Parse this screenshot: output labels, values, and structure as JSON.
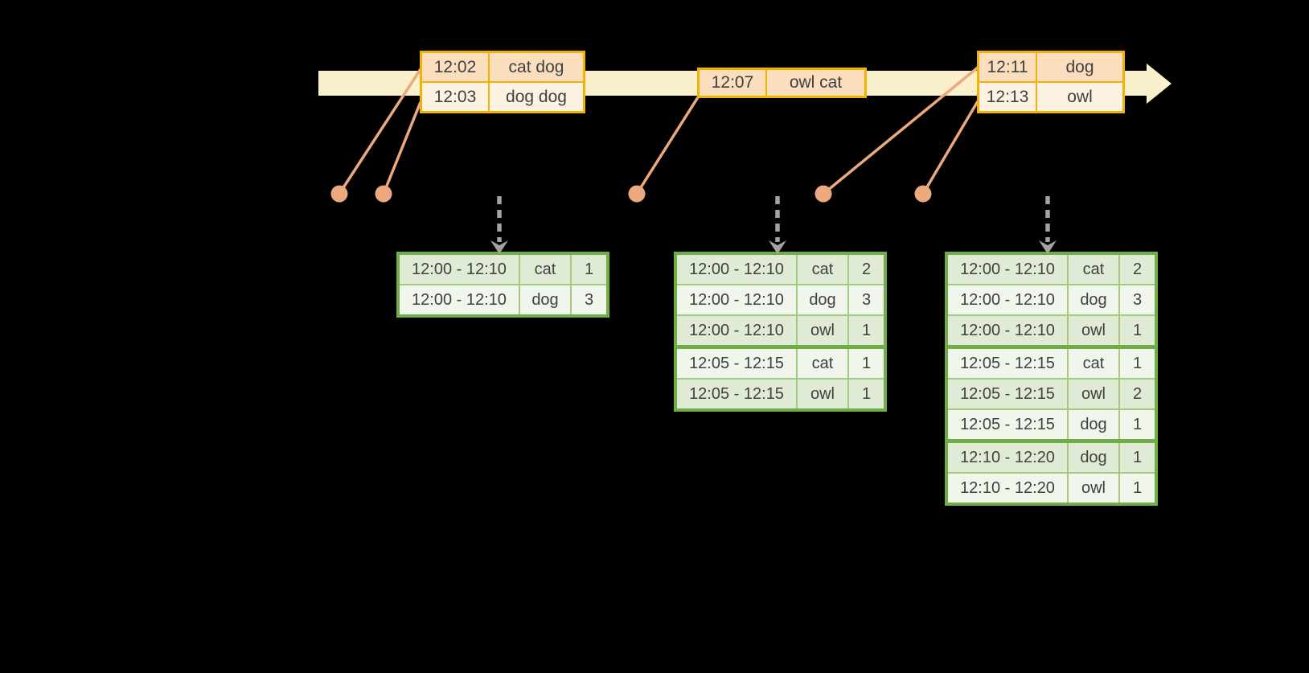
{
  "colors": {
    "background": "#000000",
    "timeline_fill": "#FAF0CB",
    "event_table_border": "#F2B200",
    "event_row_peach": "#FADEBE",
    "event_row_cream": "#FDF2E2",
    "connector_orange": "#EBA97D",
    "trigger_arrow_gray": "#A3A3A3",
    "result_table_border": "#70AD47",
    "result_grid_light": "#A3CA81",
    "result_row_green": "#E0EBD5",
    "result_row_pale": "#F1F6EC",
    "table_text": "#404040"
  },
  "timeline": {
    "direction": "left-to-right-arrow",
    "event_tables": [
      {
        "rows": [
          {
            "time": "12:02",
            "words": "cat dog"
          },
          {
            "time": "12:03",
            "words": "dog dog"
          }
        ]
      },
      {
        "rows": [
          {
            "time": "12:07",
            "words": "owl cat"
          }
        ]
      },
      {
        "rows": [
          {
            "time": "12:11",
            "words": "dog"
          },
          {
            "time": "12:13",
            "words": "owl"
          }
        ]
      }
    ]
  },
  "result_tables": [
    {
      "rows": [
        {
          "window": "12:00 - 12:10",
          "word": "cat",
          "count": "1"
        },
        {
          "window": "12:00 - 12:10",
          "word": "dog",
          "count": "3"
        }
      ]
    },
    {
      "rows": [
        {
          "window": "12:00 - 12:10",
          "word": "cat",
          "count": "2"
        },
        {
          "window": "12:00 - 12:10",
          "word": "dog",
          "count": "3"
        },
        {
          "window": "12:00 - 12:10",
          "word": "owl",
          "count": "1"
        },
        {
          "window": "12:05 - 12:15",
          "word": "cat",
          "count": "1"
        },
        {
          "window": "12:05 - 12:15",
          "word": "owl",
          "count": "1"
        }
      ]
    },
    {
      "rows": [
        {
          "window": "12:00 - 12:10",
          "word": "cat",
          "count": "2"
        },
        {
          "window": "12:00 - 12:10",
          "word": "dog",
          "count": "3"
        },
        {
          "window": "12:00 - 12:10",
          "word": "owl",
          "count": "1"
        },
        {
          "window": "12:05 - 12:15",
          "word": "cat",
          "count": "1"
        },
        {
          "window": "12:05 - 12:15",
          "word": "owl",
          "count": "2"
        },
        {
          "window": "12:05 - 12:15",
          "word": "dog",
          "count": "1"
        },
        {
          "window": "12:10 - 12:20",
          "word": "dog",
          "count": "1"
        },
        {
          "window": "12:10 - 12:20",
          "word": "owl",
          "count": "1"
        }
      ]
    }
  ]
}
